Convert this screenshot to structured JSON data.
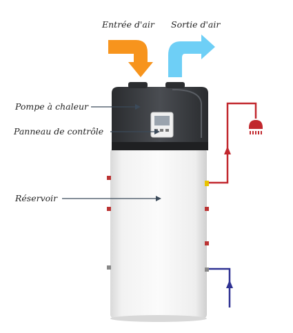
{
  "labels": {
    "air_in": "Entrée d'air",
    "air_out": "Sortie d'air",
    "heat_pump": "Pompe à chaleur",
    "control_panel": "Panneau de contrôle",
    "tank": "Réservoir"
  },
  "colors": {
    "air_in_arrow": "#f7941d",
    "air_out_arrow": "#6ecff6",
    "hot_pipe": "#c1272d",
    "cold_pipe": "#2e3192",
    "pointer": "#3b4a5a",
    "top_unit": "#3a3d41",
    "tank_body": "#f4f4f4"
  },
  "icons": [
    "shower-icon",
    "control-panel-icon"
  ]
}
